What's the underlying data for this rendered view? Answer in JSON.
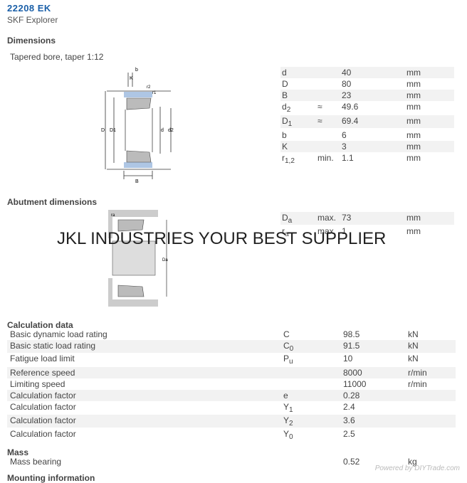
{
  "header": {
    "title": "22208 EK",
    "subtitle": "SKF Explorer"
  },
  "dimensions": {
    "heading": "Dimensions",
    "note": "Tapered bore, taper 1:12",
    "rows": [
      {
        "sym": "d",
        "sub": "",
        "qual": "",
        "val": "40",
        "unit": "mm"
      },
      {
        "sym": "D",
        "sub": "",
        "qual": "",
        "val": "80",
        "unit": "mm"
      },
      {
        "sym": "B",
        "sub": "",
        "qual": "",
        "val": "23",
        "unit": "mm"
      },
      {
        "sym": "d",
        "sub": "2",
        "qual": "≈",
        "val": "49.6",
        "unit": "mm"
      },
      {
        "sym": "D",
        "sub": "1",
        "qual": "≈",
        "val": "69.4",
        "unit": "mm"
      },
      {
        "sym": "b",
        "sub": "",
        "qual": "",
        "val": "6",
        "unit": "mm"
      },
      {
        "sym": "K",
        "sub": "",
        "qual": "",
        "val": "3",
        "unit": "mm"
      },
      {
        "sym": "r",
        "sub": "1,2",
        "qual": "min.",
        "val": "1.1",
        "unit": "mm"
      }
    ],
    "drawing_labels": {
      "b": "b",
      "K": "K",
      "r2": "r2",
      "r1": "r1",
      "D": "D",
      "D1": "D1",
      "d": "d",
      "d2": "d2",
      "B": "B"
    }
  },
  "abutment": {
    "heading": "Abutment dimensions",
    "rows": [
      {
        "sym": "D",
        "sub": "a",
        "qual": "max.",
        "val": "73",
        "unit": "mm"
      },
      {
        "sym": "r",
        "sub": "a",
        "qual": "max.",
        "val": "1",
        "unit": "mm"
      }
    ],
    "drawing_labels": {
      "ra": "ra",
      "Da": "Da"
    }
  },
  "calculation": {
    "heading": "Calculation data",
    "rows": [
      {
        "label": "Basic dynamic load rating",
        "sym": "C",
        "sub": "",
        "val": "98.5",
        "unit": "kN"
      },
      {
        "label": "Basic static load rating",
        "sym": "C",
        "sub": "0",
        "val": "91.5",
        "unit": "kN"
      },
      {
        "label": "Fatigue load limit",
        "sym": "P",
        "sub": "u",
        "val": "10",
        "unit": "kN"
      },
      {
        "label": "Reference speed",
        "sym": "",
        "sub": "",
        "val": "8000",
        "unit": "r/min"
      },
      {
        "label": "Limiting speed",
        "sym": "",
        "sub": "",
        "val": "11000",
        "unit": "r/min"
      },
      {
        "label": "Calculation factor",
        "sym": "e",
        "sub": "",
        "val": "0.28",
        "unit": ""
      },
      {
        "label": "Calculation factor",
        "sym": "Y",
        "sub": "1",
        "val": "2.4",
        "unit": ""
      },
      {
        "label": "Calculation factor",
        "sym": "Y",
        "sub": "2",
        "val": "3.6",
        "unit": ""
      },
      {
        "label": "Calculation factor",
        "sym": "Y",
        "sub": "0",
        "val": "2.5",
        "unit": ""
      }
    ]
  },
  "mass": {
    "heading": "Mass",
    "rows": [
      {
        "label": "Mass bearing",
        "val": "0.52",
        "unit": "kg"
      }
    ]
  },
  "mounting": {
    "heading": "Mounting information"
  },
  "watermark": "JKL INDUSTRIES YOUR BEST SUPPLIER",
  "footer": {
    "powered": "Powered by DIYTrade.com"
  }
}
